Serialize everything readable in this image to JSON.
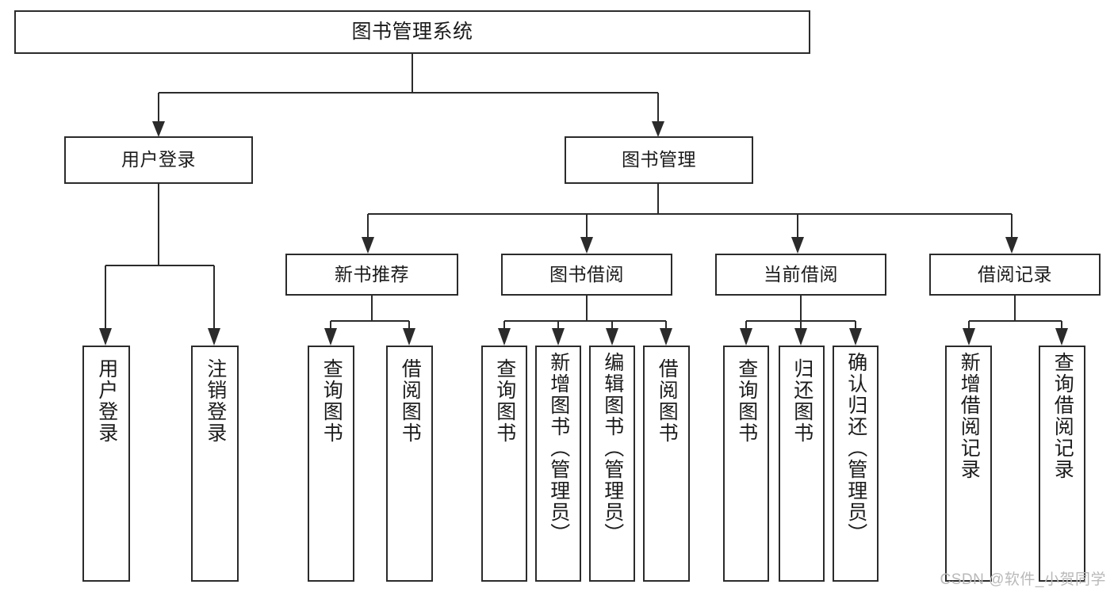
{
  "diagram": {
    "title": "图书管理系统",
    "type": "tree",
    "watermark": "CSDN @软件_小贺同学",
    "colors": {
      "stroke": "#2b2b2b",
      "fill": "#ffffff",
      "text": "#1b1b1b",
      "watermark": "#b9b9b9"
    },
    "nodes": {
      "root": {
        "label": "图书管理系统"
      },
      "level2": [
        {
          "id": "user-login",
          "label": "用户登录"
        },
        {
          "id": "book-manage",
          "label": "图书管理"
        }
      ],
      "level3": [
        {
          "id": "new-book-rec",
          "label": "新书推荐"
        },
        {
          "id": "book-borrow",
          "label": "图书借阅"
        },
        {
          "id": "current-borrow",
          "label": "当前借阅"
        },
        {
          "id": "borrow-record",
          "label": "借阅记录"
        }
      ],
      "leaves": {
        "user-login": [
          {
            "id": "leaf-user-login",
            "label": "用户登录"
          },
          {
            "id": "leaf-user-logout",
            "label": "注销登录"
          }
        ],
        "new-book-rec": [
          {
            "id": "leaf-query-book-1",
            "label": "查询图书"
          },
          {
            "id": "leaf-borrow-book-1",
            "label": "借阅图书"
          }
        ],
        "book-borrow": [
          {
            "id": "leaf-query-book-2",
            "label": "查询图书"
          },
          {
            "id": "leaf-add-book",
            "label": "新增图书（管理员）"
          },
          {
            "id": "leaf-edit-book",
            "label": "编辑图书（管理员）"
          },
          {
            "id": "leaf-borrow-book-2",
            "label": "借阅图书"
          }
        ],
        "current-borrow": [
          {
            "id": "leaf-query-book-3",
            "label": "查询图书"
          },
          {
            "id": "leaf-return-book",
            "label": "归还图书"
          },
          {
            "id": "leaf-confirm-return",
            "label": "确认归还（管理员）"
          }
        ],
        "borrow-record": [
          {
            "id": "leaf-add-record",
            "label": "新增借阅记录"
          },
          {
            "id": "leaf-query-record",
            "label": "查询借阅记录"
          }
        ]
      }
    }
  }
}
